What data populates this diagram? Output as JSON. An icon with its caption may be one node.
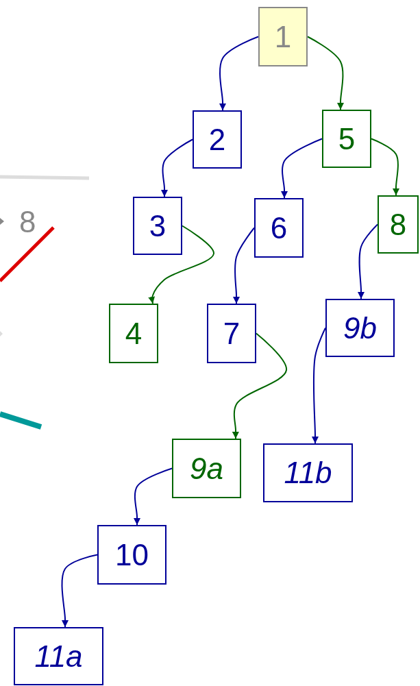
{
  "diagram": {
    "nodes": [
      {
        "text": [
          "1"
        ]
      },
      {
        "text": [
          "2"
        ]
      },
      {
        "text": [
          "5"
        ]
      },
      {
        "text": [
          "3"
        ]
      },
      {
        "text": [
          "6"
        ]
      },
      {
        "text": [
          "8"
        ]
      },
      {
        "text": [
          "4"
        ]
      },
      {
        "text": [
          "7"
        ]
      },
      {
        "text": [
          "9b"
        ]
      },
      {
        "text": [
          "9a"
        ]
      },
      {
        "text": [
          "11b"
        ]
      },
      {
        "text": [
          "10"
        ]
      },
      {
        "text": [
          "11a"
        ]
      }
    ],
    "edges": [
      {
        "from": 0,
        "to": 1,
        "arrow": "to"
      },
      {
        "from": 0,
        "to": 2,
        "arrow": "to",
        "color": "#006600"
      },
      {
        "from": 1,
        "to": 3,
        "arrow": "to"
      },
      {
        "from": 2,
        "to": 4,
        "arrow": "to"
      },
      {
        "from": 2,
        "to": 5,
        "arrow": "to",
        "color": "#006600"
      },
      {
        "from": 3,
        "to": 6,
        "arrow": "to",
        "color": "#006600"
      },
      {
        "from": 4,
        "to": 7,
        "arrow": "to"
      },
      {
        "from": 5,
        "to": 8,
        "arrow": "to"
      },
      {
        "from": 7,
        "to": 9,
        "arrow": "to",
        "color": "#006600"
      },
      {
        "from": 8,
        "to": 10,
        "arrow": "to"
      },
      {
        "from": 9,
        "to": 11,
        "arrow": "to"
      },
      {
        "from": 11,
        "to": 12,
        "arrow": "to"
      }
    ],
    "labels": [
      "8"
    ]
  }
}
